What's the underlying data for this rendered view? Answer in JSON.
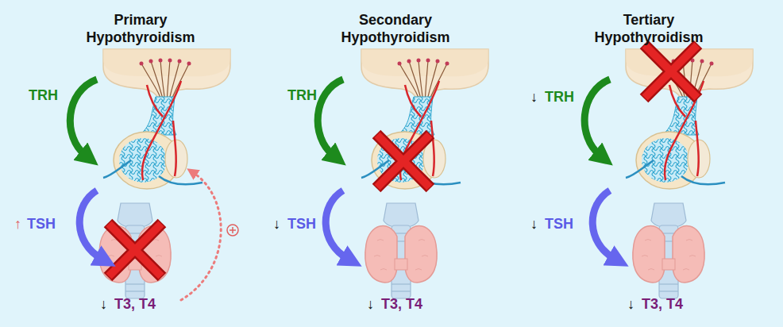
{
  "diagram": {
    "labels": [
      "Primary Hypothyroidism",
      "TRH",
      "↑",
      "TSH",
      "↓",
      "T3, T4",
      "Secondary Hypothyroidism",
      "TRH",
      "↓",
      "TSH",
      "↓",
      "T3, T4",
      "Tertiary Hypothyroidism",
      "↓",
      "TRH",
      "↓",
      "TSH",
      "↓",
      "T3, T4"
    ]
  }
}
